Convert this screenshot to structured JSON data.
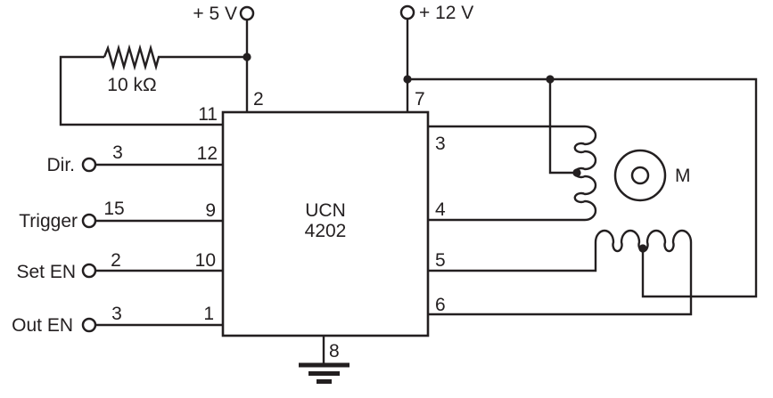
{
  "figure": {
    "type": "circuit-schematic",
    "description": "UCN 4202 stepper-motor driver circuit with 10 kΩ feedback resistor, two center-tapped motor windings and motor",
    "colors": {
      "line": "#231f20",
      "background": "#ffffff"
    }
  },
  "power": {
    "v5_label": "+ 5 V",
    "v12_label": "+ 12 V"
  },
  "resistor": {
    "value": "10 kΩ"
  },
  "ic": {
    "name_line1": "UCN",
    "name_line2": "4202",
    "pin_top_left": "2",
    "pin_top_right": "7",
    "pin_left_top": "11",
    "pin_bottom": "8"
  },
  "inputs": [
    {
      "label": "Dir.",
      "wire": "3",
      "pin": "12"
    },
    {
      "label": "Trigger",
      "wire": "15",
      "pin": "9"
    },
    {
      "label": "Set EN",
      "wire": "2",
      "pin": "10"
    },
    {
      "label": "Out EN",
      "wire": "3",
      "pin": "1"
    }
  ],
  "outputs": [
    {
      "pin": "3"
    },
    {
      "pin": "4"
    },
    {
      "pin": "5"
    },
    {
      "pin": "6"
    }
  ],
  "motor": {
    "label": "M"
  }
}
